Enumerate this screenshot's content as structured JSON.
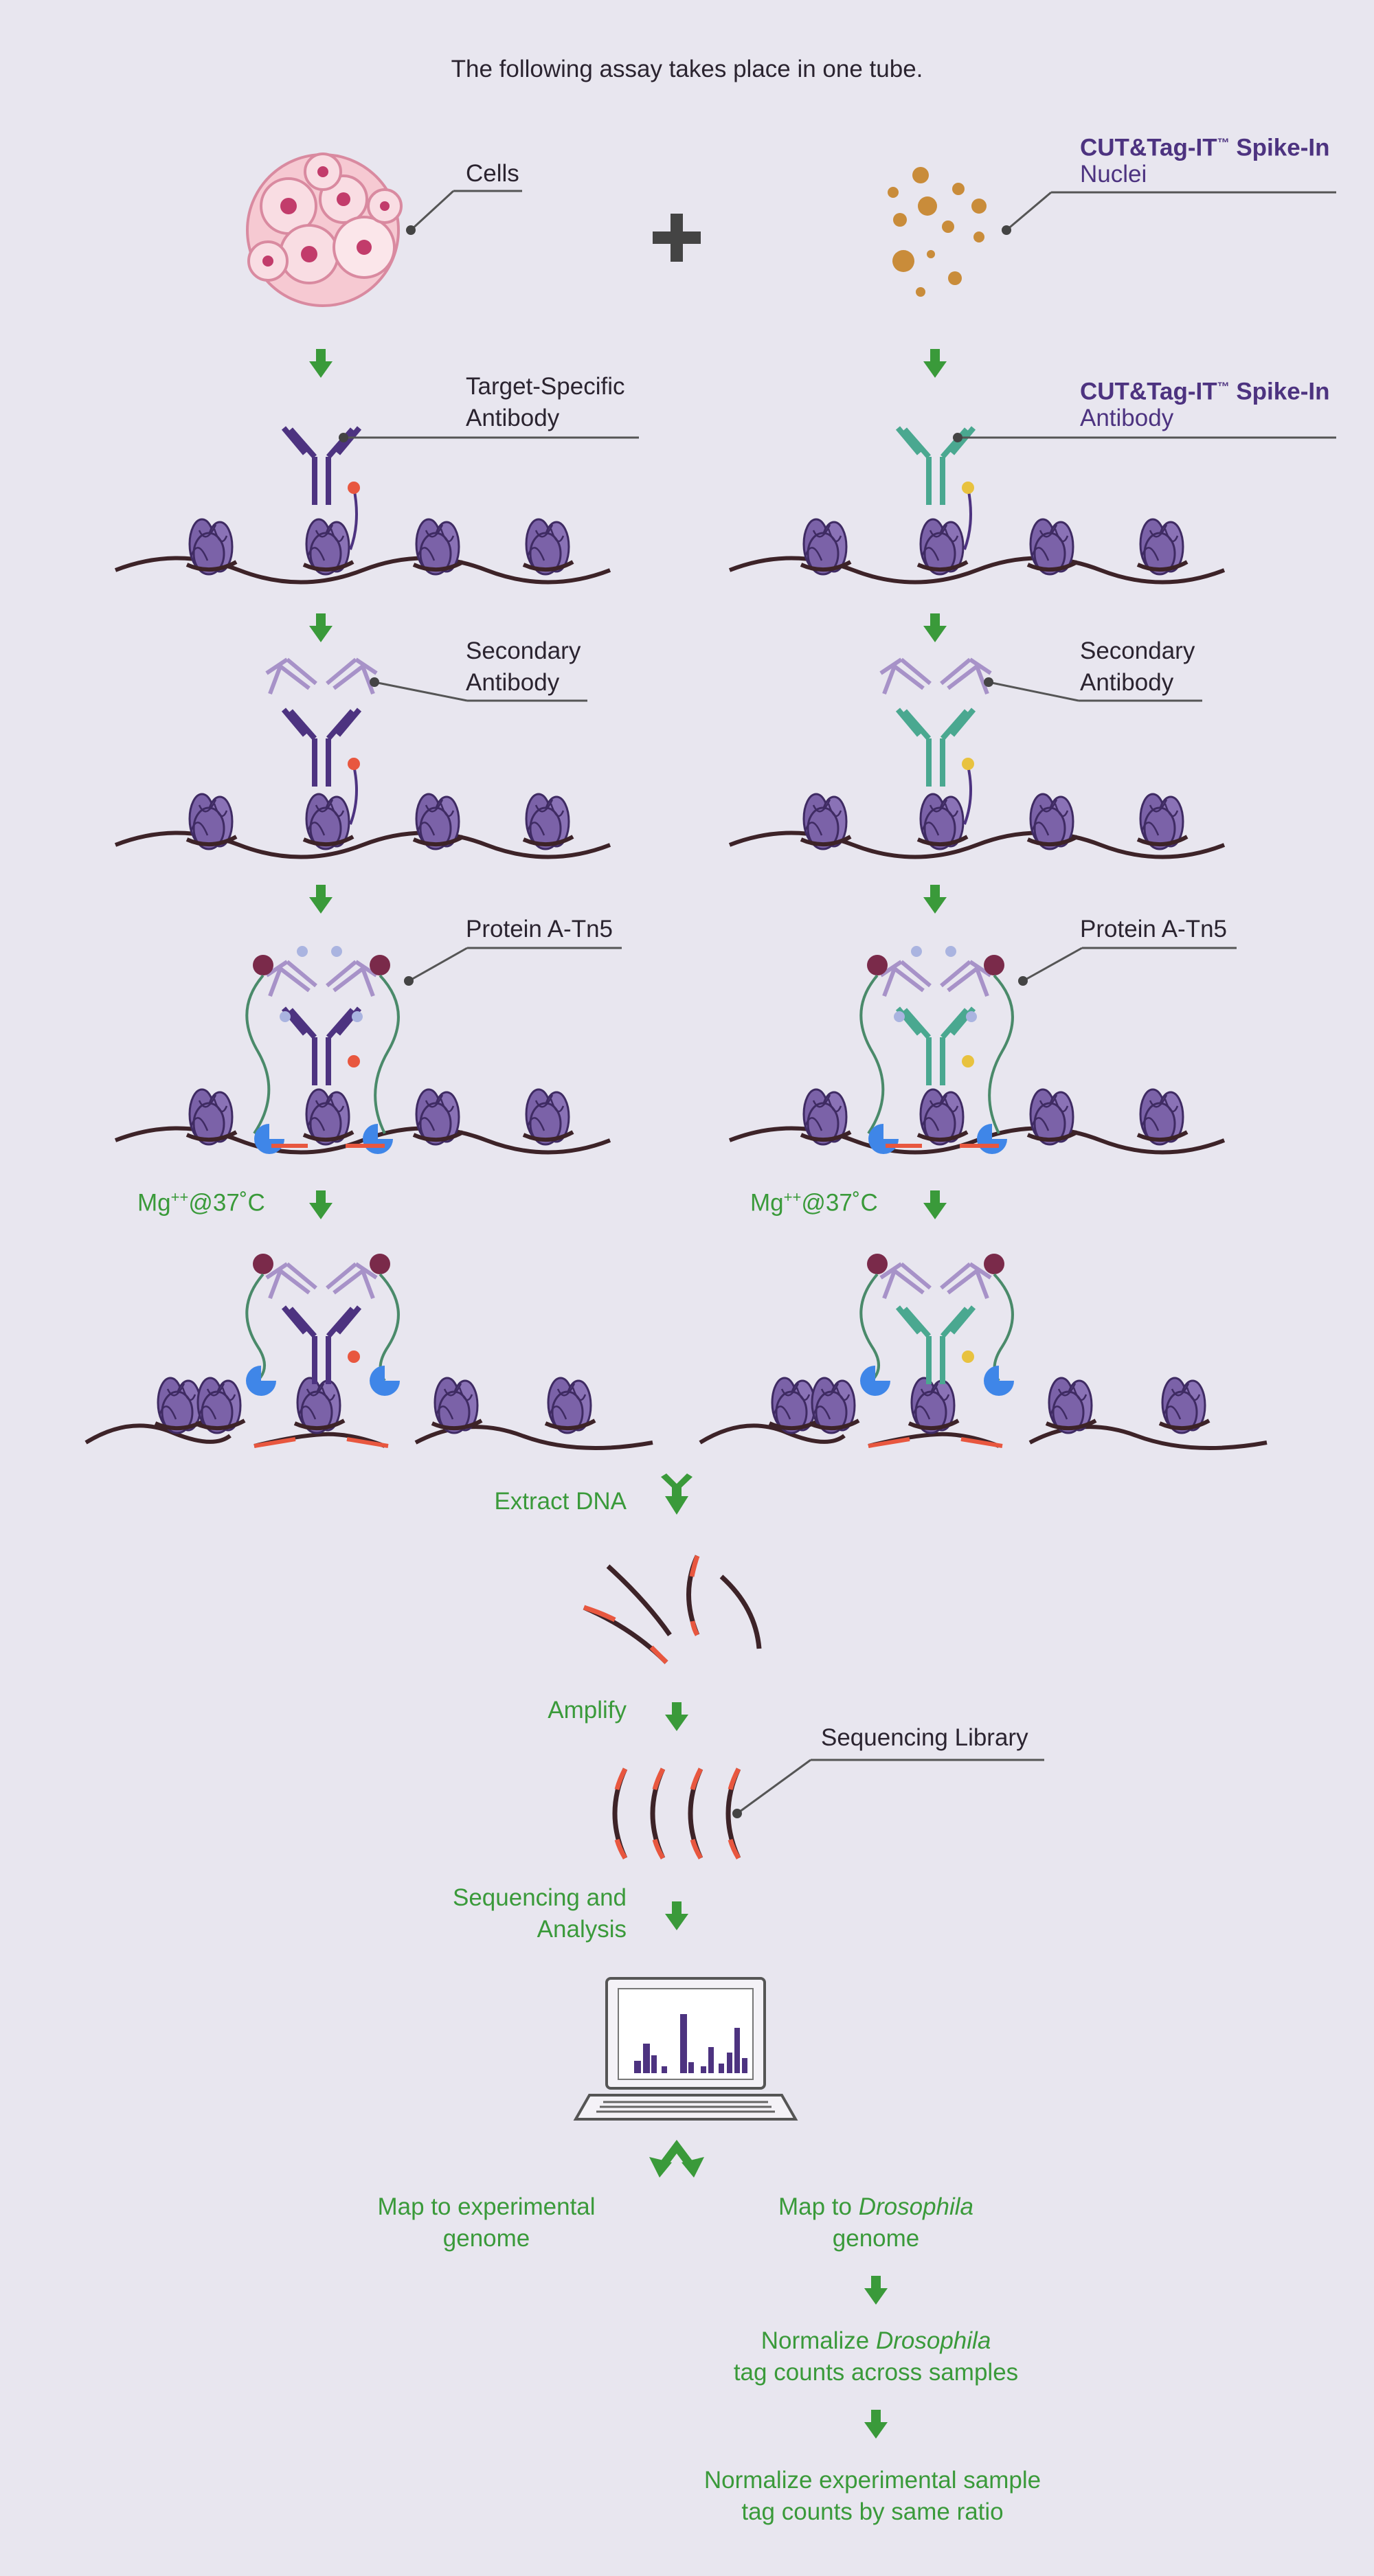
{
  "header": {
    "text": "The following assay takes place in one tube."
  },
  "left": {
    "cells": "Cells",
    "antibody_line1": "Target-Specific",
    "antibody_line2": "Antibody",
    "secondary_line1": "Secondary",
    "secondary_line2": "Antibody",
    "protein": "Protein A-Tn5",
    "condition_prefix": "Mg",
    "condition_sup": "++",
    "condition_suffix": "@37˚C"
  },
  "right": {
    "nuclei_line1": "CUT&Tag-IT",
    "nuclei_tm": "™",
    "nuclei_line1b": " Spike-In",
    "nuclei_line2": "Nuclei",
    "antibody_line1": "CUT&Tag-IT",
    "antibody_tm": "™",
    "antibody_line1b": " Spike-In",
    "antibody_line2": "Antibody",
    "secondary_line1": "Secondary",
    "secondary_line2": "Antibody",
    "protein": "Protein A-Tn5",
    "condition_prefix": "Mg",
    "condition_sup": "++",
    "condition_suffix": "@37˚C"
  },
  "steps": {
    "extract": "Extract DNA",
    "amplify": "Amplify",
    "library": "Sequencing Library",
    "seq_line1": "Sequencing and",
    "seq_line2": "Analysis",
    "map_exp_line1": "Map to experimental",
    "map_exp_line2": "genome",
    "map_dros_line1": "Map to ",
    "map_dros_italic": "Drosophila",
    "map_dros_line2": "genome",
    "norm_dros_line1a": "Normalize ",
    "norm_dros_italic": "Drosophila",
    "norm_dros_line2": "tag counts across samples",
    "norm_exp_line1": "Normalize experimental sample",
    "norm_exp_line2": "tag counts by same ratio"
  },
  "colors": {
    "background": "#e8e6ef",
    "arrow_green": "#3a9a3a",
    "nucleosome_purple": "#7b62a8",
    "dna_brown": "#3d2328",
    "target_antibody": "#4d3380",
    "spikein_antibody": "#4aa890",
    "secondary_antibody": "#a792c8",
    "tn5_blue": "#3f86e8",
    "tag_red": "#e8573f",
    "pa_maroon": "#7a2a4a"
  }
}
